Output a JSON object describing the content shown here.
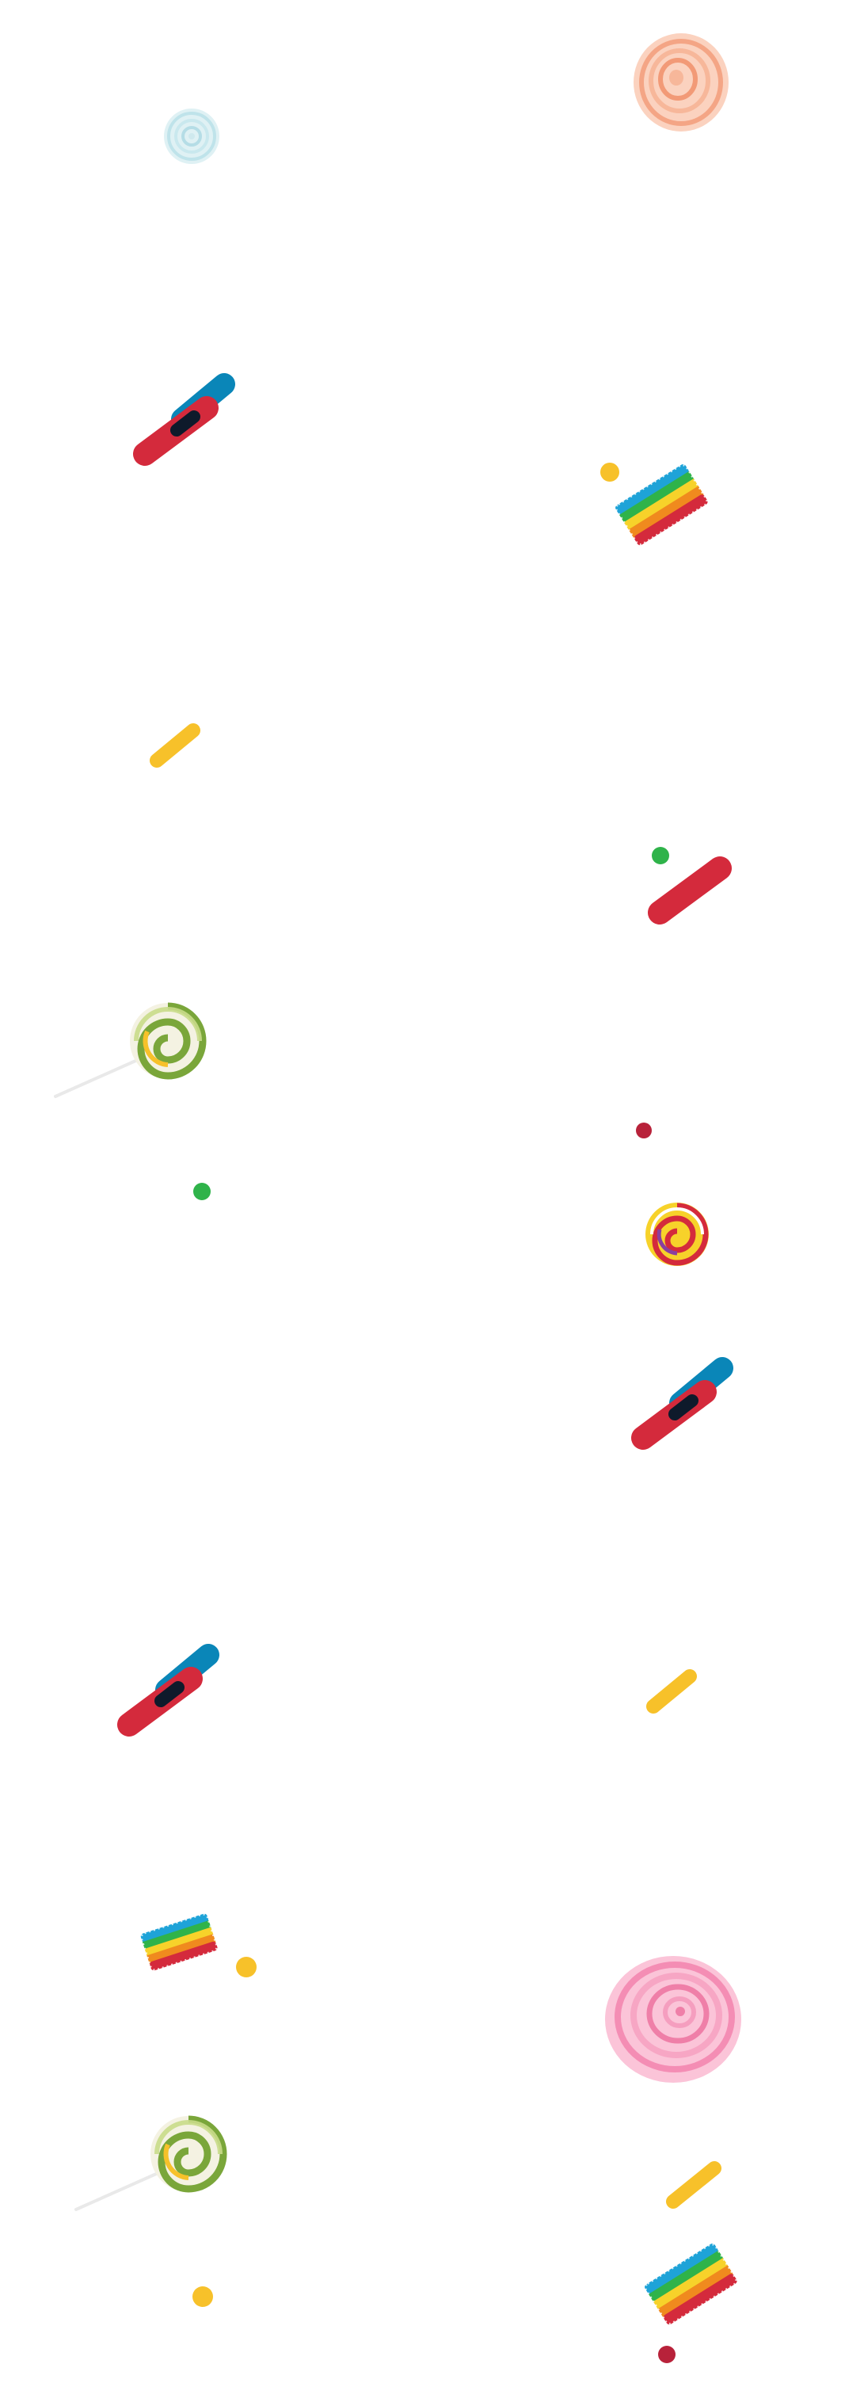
{
  "colors": {
    "background": "#ffffff",
    "red": "#d42a3c",
    "blue": "#0a86b8",
    "yellow": "#f7c12a",
    "green": "#2fb34a",
    "dark_overlap": "#0e1a2b",
    "meringue_blue": "#cfe9ee",
    "meringue_peach": "#f7b79a",
    "meringue_pink": "#f7a6c4"
  },
  "decorations": [
    {
      "name": "blue-meringue-icon",
      "kind": "meringue"
    },
    {
      "name": "peach-meringue-icon",
      "kind": "meringue"
    },
    {
      "name": "red-blue-pill-icon",
      "kind": "pill-pair"
    },
    {
      "name": "yellow-dot-icon",
      "kind": "dot"
    },
    {
      "name": "rainbow-sour-candy-icon",
      "kind": "sour-belt"
    },
    {
      "name": "yellow-pill-icon",
      "kind": "pill"
    },
    {
      "name": "green-dot-icon",
      "kind": "dot"
    },
    {
      "name": "red-pill-icon",
      "kind": "pill"
    },
    {
      "name": "green-swirl-lollipop-icon",
      "kind": "lollipop"
    },
    {
      "name": "red-dot-icon",
      "kind": "dot"
    },
    {
      "name": "green-dot-icon",
      "kind": "dot"
    },
    {
      "name": "rainbow-swirl-lollipop-icon",
      "kind": "lollipop"
    },
    {
      "name": "red-blue-pill-icon",
      "kind": "pill-pair"
    },
    {
      "name": "red-blue-pill-icon",
      "kind": "pill-pair"
    },
    {
      "name": "yellow-pill-icon",
      "kind": "pill"
    },
    {
      "name": "rainbow-sour-candy-icon",
      "kind": "sour-belt"
    },
    {
      "name": "yellow-dot-icon",
      "kind": "dot"
    },
    {
      "name": "pink-meringue-icon",
      "kind": "meringue"
    },
    {
      "name": "green-swirl-lollipop-icon",
      "kind": "lollipop"
    },
    {
      "name": "yellow-pill-icon",
      "kind": "pill"
    },
    {
      "name": "yellow-dot-icon",
      "kind": "dot"
    },
    {
      "name": "rainbow-sour-candy-icon",
      "kind": "sour-belt"
    },
    {
      "name": "red-dot-icon",
      "kind": "dot"
    }
  ]
}
